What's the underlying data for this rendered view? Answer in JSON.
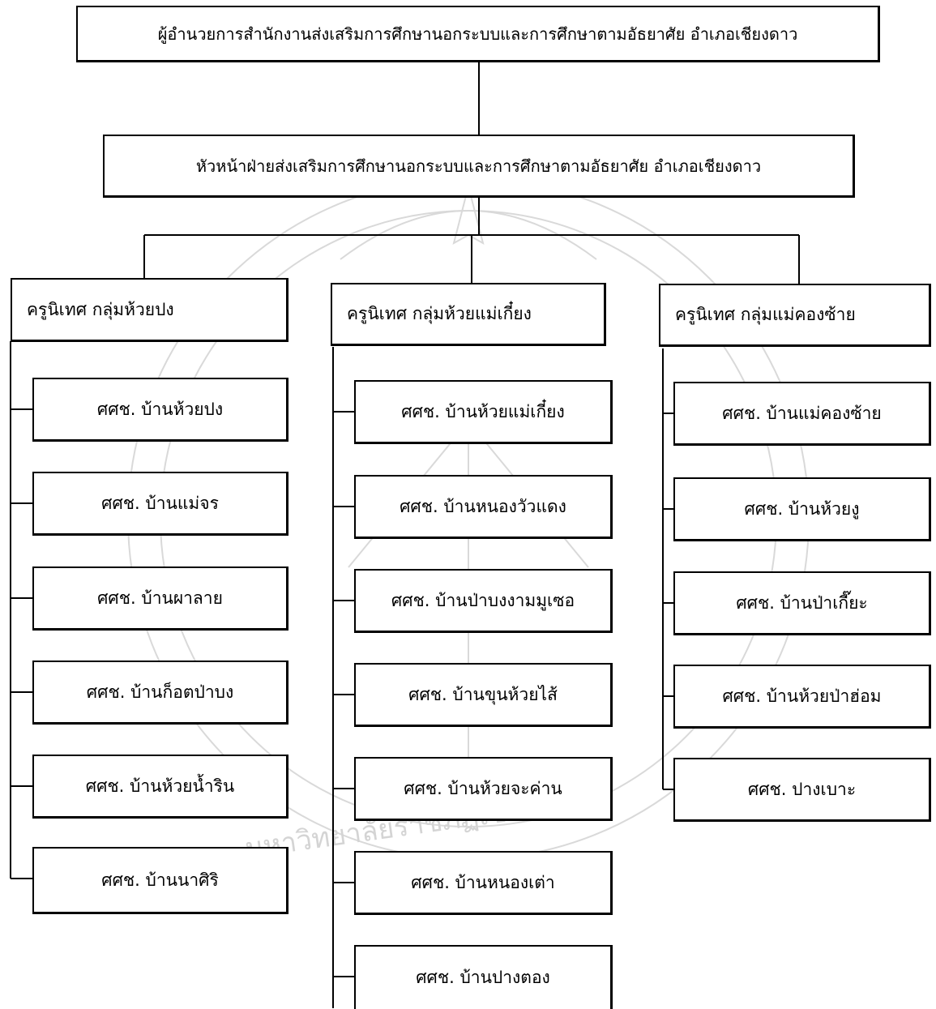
{
  "director": "ผู้อำนวยการสำนักงานส่งเสริมการศึกษานอกระบบและการศึกษาตามอัธยาศัย อำเภอเชียงดาว",
  "head": "หัวหน้าฝ่ายส่งเสริมการศึกษานอกระบบและการศึกษาตามอัธยาศัย อำเภอเชียงดาว",
  "groups": [
    {
      "title": "ครูนิเทศ กลุ่มห้วยปง",
      "centers": [
        "ศศช. บ้านห้วยปง",
        "ศศช. บ้านแม่จร",
        "ศศช. บ้านผาลาย",
        "ศศช. บ้านก็อตป่าบง",
        "ศศช. บ้านห้วยน้ำริน",
        "ศศช. บ้านนาศิริ"
      ]
    },
    {
      "title": "ครูนิเทศ กลุ่มห้วยแม่เกี๋ยง",
      "centers": [
        "ศศช. บ้านห้วยแม่เกี๋ยง",
        "ศศช. บ้านหนองวัวแดง",
        "ศศช. บ้านป่าบงงามมูเซอ",
        "ศศช. บ้านขุนห้วยไส้",
        "ศศช. บ้านห้วยจะค่าน",
        "ศศช. บ้านหนองเต่า",
        "ศศช. บ้านปางตอง"
      ]
    },
    {
      "title": "ครูนิเทศ กลุ่มแม่คองซ้าย",
      "centers": [
        "ศศช. บ้านแม่คองซ้าย",
        "ศศช. บ้านห้วยงู",
        "ศศช. บ้านป่าเกี๊ยะ",
        "ศศช. บ้านห้วยป่าฮ่อม",
        "ศศช. ปางเบาะ"
      ]
    }
  ],
  "watermark": "มหาวิทยาลัยราชภัฏเชียงใหม่"
}
